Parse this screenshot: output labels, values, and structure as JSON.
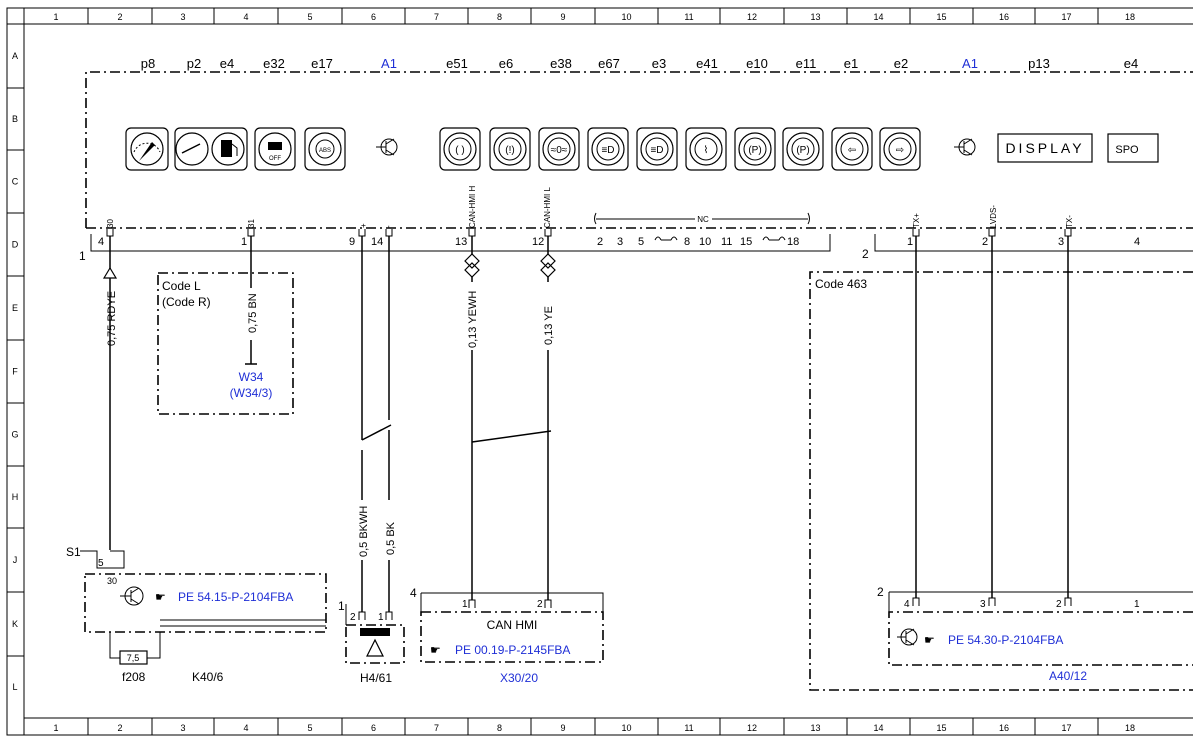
{
  "grid": {
    "columns": [
      "1",
      "2",
      "3",
      "4",
      "5",
      "6",
      "7",
      "8",
      "9",
      "10",
      "11",
      "12",
      "13",
      "14",
      "15",
      "16",
      "17",
      "18"
    ],
    "rows": [
      "A",
      "B",
      "C",
      "D",
      "E",
      "F",
      "G",
      "H",
      "J",
      "K",
      "L"
    ]
  },
  "module_a1": {
    "symbols": [
      "p8",
      "p2",
      "e4",
      "e32",
      "e17",
      "A1",
      "e51",
      "e6",
      "e38",
      "e67",
      "e3",
      "e41",
      "e10",
      "e11",
      "e1",
      "e2",
      "A1",
      "p13",
      "e4"
    ],
    "display_text": "DISPLAY",
    "spo_text": "SPO",
    "connector1_number": "1",
    "connector2_number": "2",
    "pin_labels": {
      "p30": "30",
      "p31": "31",
      "pplus": "+",
      "pminus": "-",
      "canh": "CAN-HMI H",
      "canl": "CAN-HMI L",
      "nc": "NC",
      "txp": "TX+",
      "lvds": "LVDS-",
      "txm": "TX-"
    },
    "pin_numbers": {
      "n4": "4",
      "n1": "1",
      "n9": "9",
      "n14": "14",
      "n13": "13",
      "n12": "12",
      "nc2": "2",
      "nc3": "3",
      "nc5": "5",
      "nc8": "8",
      "nc10": "10",
      "nc11": "11",
      "nc15": "15",
      "nc18": "18",
      "r1": "1",
      "r2": "2",
      "r3": "3",
      "r4": "4"
    }
  },
  "wires": {
    "w1": "0,75 RDYE",
    "w2": "0,75 BN",
    "w3": "0,13 YEWH",
    "w4": "0,13 YE",
    "w5": "0,5 BKWH",
    "w6": "0,5 BK"
  },
  "code_l": {
    "line1": "Code L",
    "line2": "(Code R)"
  },
  "w34": {
    "line1": "W34",
    "line2": "(W34/3)"
  },
  "code_463": "Code 463",
  "k406": {
    "s1": "S1",
    "pin5": "5",
    "pin30": "30",
    "ref": "PE 54.15-P-2104FBA",
    "fuse_value": "7,5",
    "fuse_name": "f208",
    "name": "K40/6"
  },
  "h461": {
    "num": "1",
    "pin2": "2",
    "pin1": "1",
    "name": "H4/61"
  },
  "x3020": {
    "num": "4",
    "pin1": "1",
    "pin2": "2",
    "title": "CAN HMI",
    "ref": "PE 00.19-P-2145FBA",
    "name": "X30/20"
  },
  "a4012": {
    "num": "2",
    "pin4": "4",
    "pin3": "3",
    "pin2": "2",
    "pin1": "1",
    "ref": "PE 54.30-P-2104FBA",
    "name": "A40/12"
  },
  "colors": {
    "link": "#1f2fd6",
    "line": "#000000"
  }
}
